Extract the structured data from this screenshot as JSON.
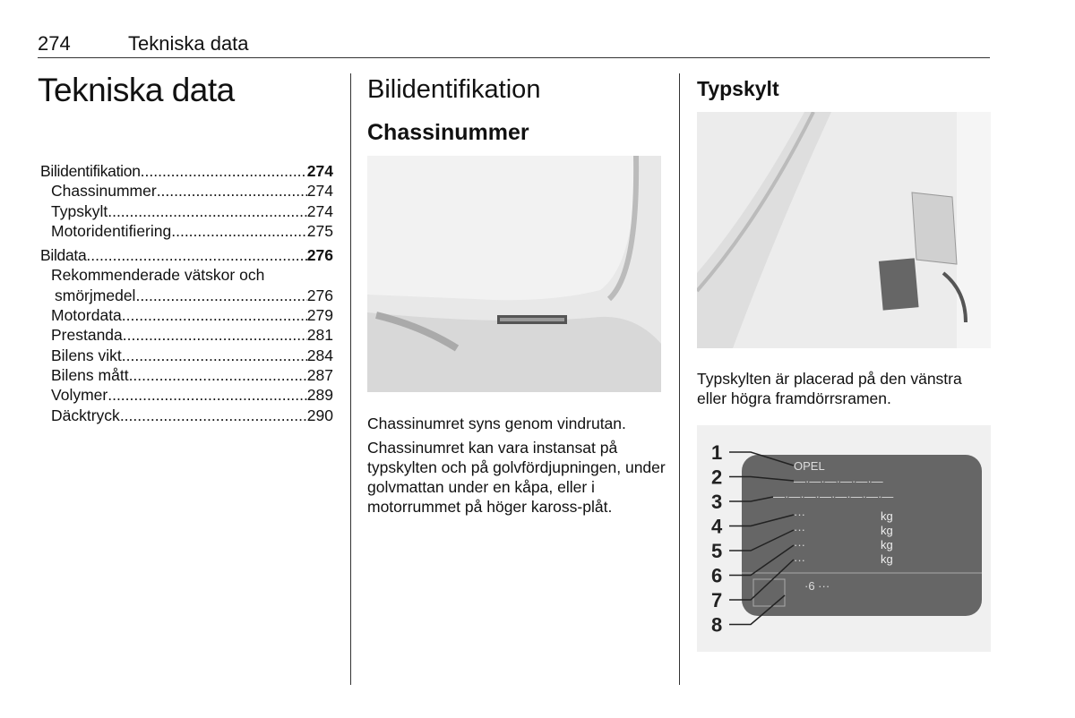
{
  "header": {
    "page_number": "274",
    "section": "Tekniska data"
  },
  "chapter_title": "Tekniska data",
  "toc": [
    {
      "label": "Bilidentifikation",
      "page": "274",
      "level": "main"
    },
    {
      "label": "Chassinummer",
      "page": "274",
      "level": "sub"
    },
    {
      "label": "Typskylt",
      "page": "274",
      "level": "sub"
    },
    {
      "label": "Motoridentifiering",
      "page": "275",
      "level": "sub"
    },
    {
      "label": "Bildata",
      "page": "276",
      "level": "main"
    },
    {
      "label": "Rekommenderade vätskor och",
      "page": "",
      "level": "sub"
    },
    {
      "label": "smörjmedel",
      "page": "276",
      "level": "cont"
    },
    {
      "label": "Motordata",
      "page": "279",
      "level": "sub"
    },
    {
      "label": "Prestanda",
      "page": "281",
      "level": "sub"
    },
    {
      "label": "Bilens vikt",
      "page": "284",
      "level": "sub"
    },
    {
      "label": "Bilens mått",
      "page": "287",
      "level": "sub"
    },
    {
      "label": "Volymer",
      "page": "289",
      "level": "sub"
    },
    {
      "label": "Däcktryck",
      "page": "290",
      "level": "sub"
    }
  ],
  "col2": {
    "title": "Bilidentifikation",
    "subtitle": "Chassinummer",
    "para1": "Chassinumret syns genom vindrutan.",
    "para2": "Chassinumret kan vara instansat på typskylten och på golvfördjupningen, under golvmattan under en kåpa, eller i motorrummet på höger kaross-plåt."
  },
  "col3": {
    "subtitle": "Typskylt",
    "para": "Typskylten är placerad på den vänstra eller högra framdörrsramen."
  },
  "plate": {
    "callouts": [
      "1",
      "2",
      "3",
      "4",
      "5",
      "6",
      "7",
      "8"
    ],
    "brand": "OPEL",
    "unit": "kg"
  }
}
